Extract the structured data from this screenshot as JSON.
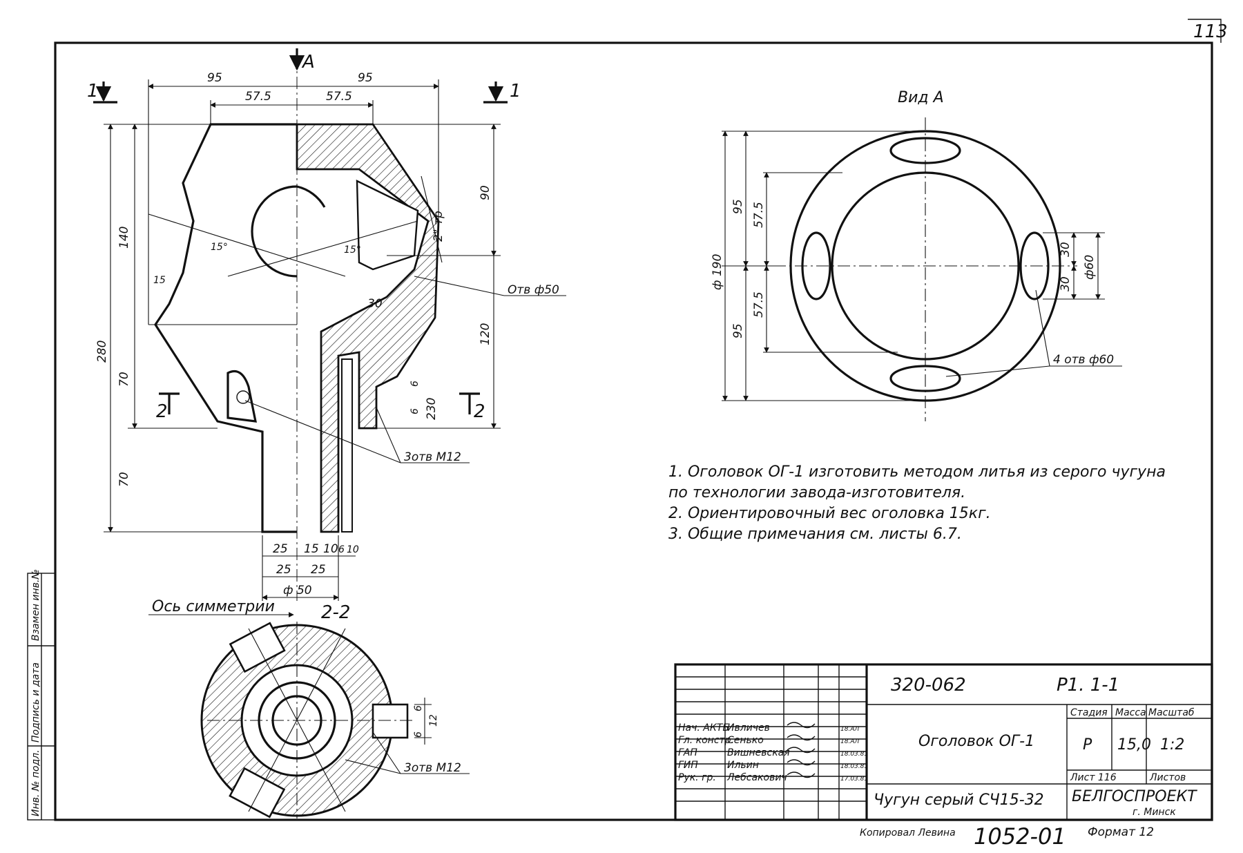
{
  "sheet": {
    "page_number": "113",
    "view_a_title": "Вид А",
    "section_title": "2-2",
    "axis_label": "Ось симметрии",
    "arrow_a": "А",
    "cut_marks": {
      "section_1": "1",
      "section_2": "2"
    }
  },
  "front_view": {
    "dims_top": [
      "95",
      "95",
      "57.5",
      "57.5"
    ],
    "dims_left": [
      "140",
      "280",
      "70",
      "70",
      "15"
    ],
    "dims_right": [
      "90",
      "120",
      "230",
      "6",
      "6"
    ],
    "angles": [
      "15°",
      "15°"
    ],
    "thread": "2\" тр",
    "labels": {
      "hole_50": "Отв ф50",
      "holes_m12": "3отв М12",
      "rib": "30"
    },
    "dims_bottom_row1": [
      "25",
      "15",
      "10",
      "6",
      "10"
    ],
    "dims_bottom_row2": [
      "25",
      "25"
    ],
    "dims_bottom_row3": "ф 50"
  },
  "view_a": {
    "dims_left": [
      "95",
      "57.5",
      "57.5",
      "95"
    ],
    "diameter": "ф 190",
    "dims_right": [
      "30",
      "30",
      "ф60"
    ],
    "holes_label": "4 отв ф60"
  },
  "section_2_2": {
    "dims": [
      "6",
      "6",
      "12"
    ],
    "holes_label": "3отв М12"
  },
  "notes": [
    "1. Оголовок ОГ-1 изготовить методом литья из серого чугуна",
    "по технологии завода-изготовителя.",
    "2. Ориентировочный вес оголовка 15кг.",
    "3. Общие примечания см. листы 6.7."
  ],
  "title_block": {
    "doc_code": "320-062",
    "sheet_code": "Р1. 1-1",
    "name": "Оголовок ОГ-1",
    "material": "Чугун серый СЧ15-32",
    "header_cols": [
      "Стадия",
      "Масса",
      "Масштаб"
    ],
    "stage": "Р",
    "mass": "15,0",
    "scale": "1:2",
    "sheet_label": "Лист 116",
    "sheets_label": "Листов",
    "org": "БЕЛГОСПРОЕКТ",
    "city": "г. Минск",
    "roles": [
      {
        "role": "Нач. АКТБ",
        "name": "Ивличев"
      },
      {
        "role": "Гл. констр.",
        "name": "Сенько"
      },
      {
        "role": "ГАП",
        "name": "Вишневская"
      },
      {
        "role": "ГИП",
        "name": "Ильин"
      },
      {
        "role": "Рук. гр.",
        "name": "Лебсакович"
      }
    ],
    "dates": [
      "18.АЛ",
      "18.АЛ",
      "18.03.81",
      "18.03.81",
      "17.03.81"
    ]
  },
  "footer": {
    "copied": "Копировал Левина",
    "number": "1052-01",
    "format": "Формат 12"
  },
  "side_stamp": {
    "cells": [
      "Инв. № подл.",
      "Подпись и дата",
      "Взамен инв.№"
    ]
  }
}
